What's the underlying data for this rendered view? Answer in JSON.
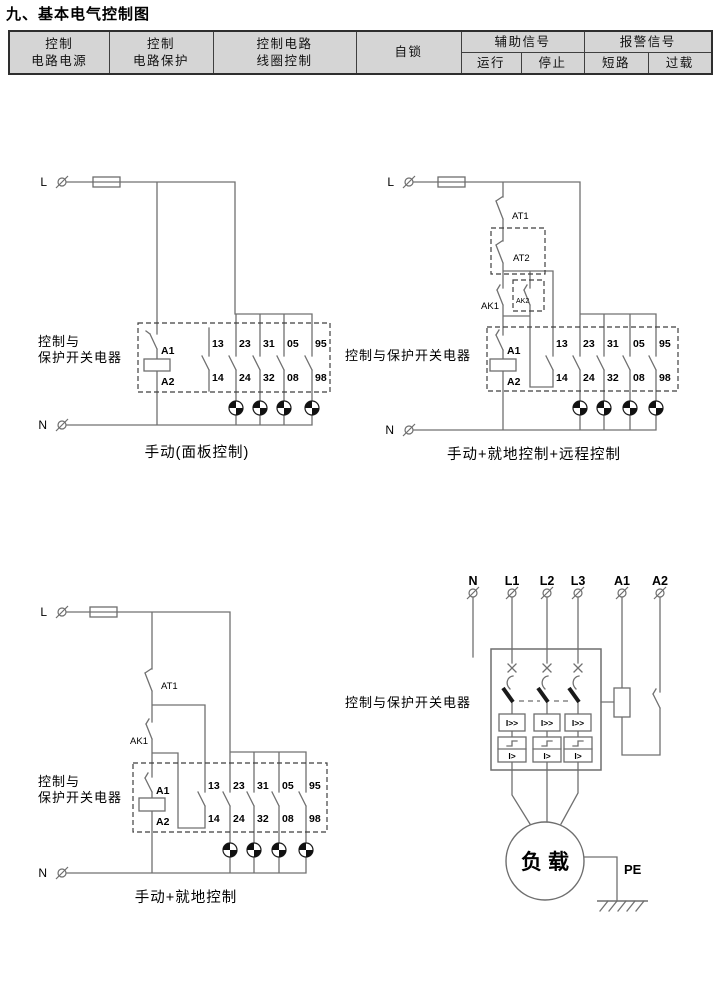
{
  "page_title": "九、基本电气控制图",
  "table": {
    "power": [
      "控制",
      "电路电源"
    ],
    "protection": [
      "控制",
      "电路保护"
    ],
    "coil_control": [
      "控制电路",
      "线圈控制"
    ],
    "self_lock": "自锁",
    "aux_signal": "辅助信号",
    "alarm_signal": "报警信号",
    "run": "运行",
    "stop": "停止",
    "short_circuit": "短路",
    "overload": "过载"
  },
  "labels": {
    "line": "L",
    "neutral": "N",
    "coil_a1": "A1",
    "coil_a2": "A2"
  },
  "contacts": {
    "top": [
      "13",
      "23",
      "31",
      "05",
      "95"
    ],
    "bottom": [
      "14",
      "24",
      "32",
      "08",
      "98"
    ]
  },
  "switches": {
    "at1": "AT1",
    "at2": "AT2",
    "ak1": "AK1",
    "ak2": "AK2"
  },
  "device": {
    "name_line1": "控制与",
    "name_line2": "保护开关电器",
    "name_full": "控制与保护开关电器"
  },
  "captions": {
    "c1": "手动(面板控制)",
    "c2": "手动+就地控制+远程控制",
    "c3": "手动+就地控制"
  },
  "power_circuit": {
    "terminals": [
      "N",
      "L1",
      "L2",
      "L3",
      "A1",
      "A2"
    ],
    "load": "负载",
    "pe": "PE",
    "trip_instant": "I>>",
    "trip_overload": "I>"
  },
  "colors": {
    "table_bg": "#d5d5d5",
    "wire": "#707070",
    "text": "#000000"
  }
}
